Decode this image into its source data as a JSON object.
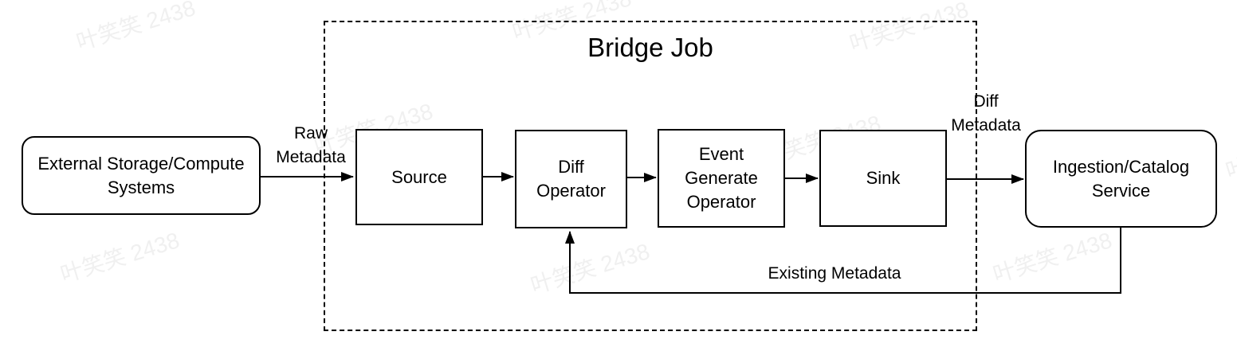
{
  "diagram": {
    "title": "Bridge Job",
    "nodes": {
      "external": "External Storage/Compute Systems",
      "source": "Source",
      "diff_operator": "Diff Operator",
      "event_generate_operator": "Event Generate Operator",
      "sink": "Sink",
      "ingestion": "Ingestion/Catalog Service"
    },
    "edge_labels": {
      "raw_metadata": "Raw Metadata",
      "diff_metadata": "Diff Metadata",
      "existing_metadata": "Existing Metadata"
    },
    "flow": "External Storage/Compute Systems -> Source -> Diff Operator -> Event Generate Operator -> Sink -> Ingestion/Catalog Service; Ingestion/Catalog Service -> Diff Operator (Existing Metadata feedback)"
  },
  "watermark": {
    "text": "叶笑笑 2438"
  },
  "colors": {
    "line": "#000000",
    "node_fill": "#ffffff",
    "background": "#ffffff",
    "watermark": "#f0f0f0"
  }
}
